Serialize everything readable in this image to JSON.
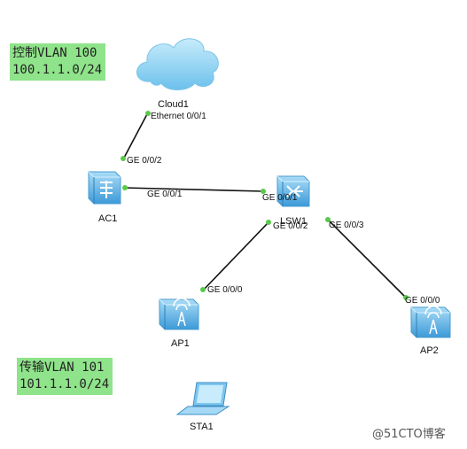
{
  "notes": {
    "control": {
      "line1": "控制VLAN 100",
      "line2": "100.1.1.0/24"
    },
    "transport": {
      "line1": "传输VLAN 101",
      "line2": "101.1.1.0/24"
    }
  },
  "devices": {
    "cloud": "Cloud1",
    "ac": "AC1",
    "switch": "LSW1",
    "ap1": "AP1",
    "ap2": "AP2",
    "sta": "STA1"
  },
  "ports": {
    "cloud_eth": "Ethernet 0/0/1",
    "ac_up": "GE 0/0/2",
    "ac_sw": "GE 0/0/1",
    "sw_ac": "GE 0/0/1",
    "sw_ap1": "GE 0/0/2",
    "sw_ap2": "GE 0/0/3",
    "ap1_port": "GE 0/0/0",
    "ap2_port": "GE 0/0/0"
  },
  "watermark": "@51CTO博客",
  "colors": {
    "note_bg": "#8fe38a",
    "device": "#5aaee0",
    "link": "#111111",
    "port_dot": "#59c94a"
  }
}
